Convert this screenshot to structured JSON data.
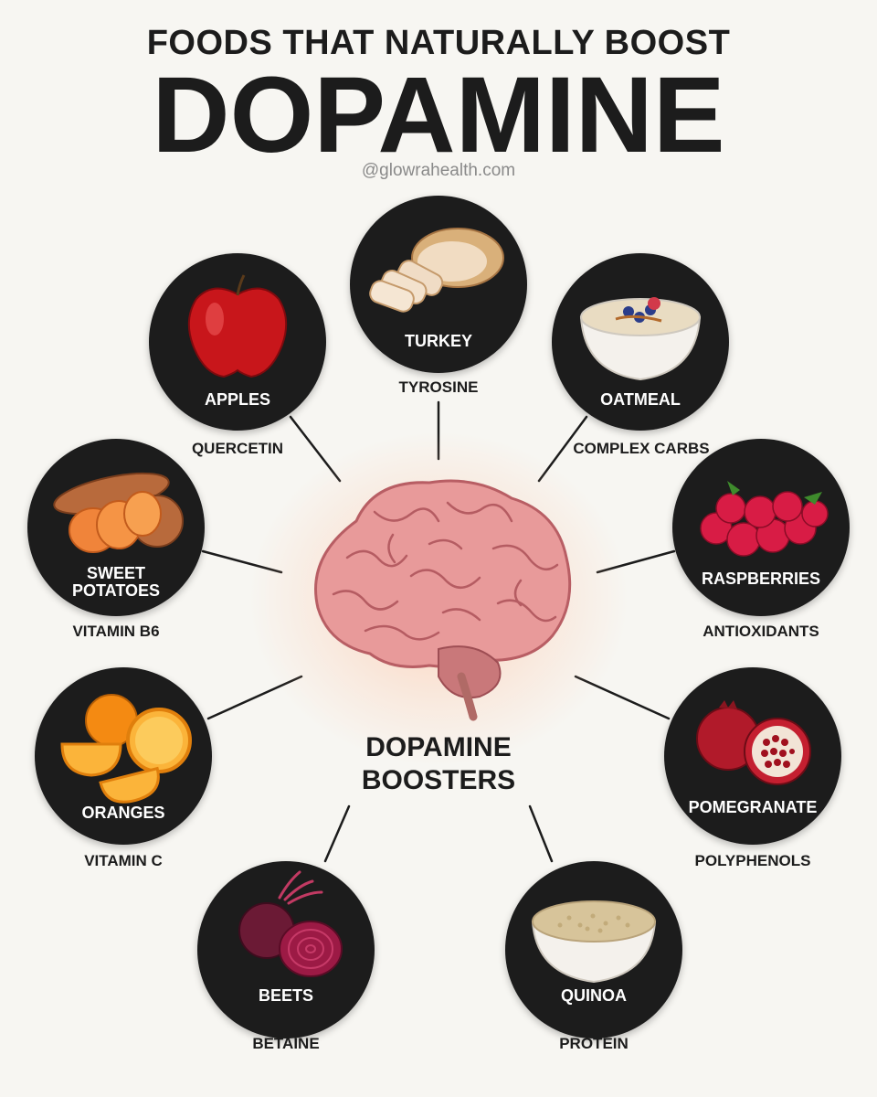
{
  "header": {
    "supertitle": "FOODS THAT NATURALLY BOOST",
    "title": "DOPAMINE",
    "handle": "@glowrahealth.com"
  },
  "center": {
    "line1": "DOPAMINE",
    "line2": "BOOSTERS"
  },
  "foods": [
    {
      "id": "turkey",
      "name": "TURKEY",
      "nutrient": "TYROSINE",
      "icon": "turkey-slices-icon"
    },
    {
      "id": "apples",
      "name": "APPLES",
      "nutrient": "QUERCETIN",
      "icon": "apple-icon"
    },
    {
      "id": "oatmeal",
      "name": "OATMEAL",
      "nutrient": "COMPLEX CARBS",
      "icon": "oatmeal-bowl-icon"
    },
    {
      "id": "sweet-potatoes",
      "name_line1": "SWEET",
      "name_line2": "POTATOES",
      "nutrient": "VITAMIN B6",
      "icon": "sweet-potato-icon"
    },
    {
      "id": "raspberries",
      "name": "RASPBERRIES",
      "nutrient": "ANTIOXIDANTS",
      "icon": "raspberry-icon"
    },
    {
      "id": "oranges",
      "name": "ORANGES",
      "nutrient": "VITAMIN C",
      "icon": "orange-icon"
    },
    {
      "id": "pomegranate",
      "name": "POMEGRANATE",
      "nutrient": "POLYPHENOLS",
      "icon": "pomegranate-icon"
    },
    {
      "id": "beets",
      "name": "BEETS",
      "nutrient": "BETAINE",
      "icon": "beet-icon"
    },
    {
      "id": "quinoa",
      "name": "QUINOA",
      "nutrient": "PROTEIN",
      "icon": "quinoa-bowl-icon"
    }
  ],
  "colors": {
    "background": "#f7f6f2",
    "circle": "#1c1c1c",
    "text": "#1c1c1c",
    "brain": "#e89a9a"
  }
}
